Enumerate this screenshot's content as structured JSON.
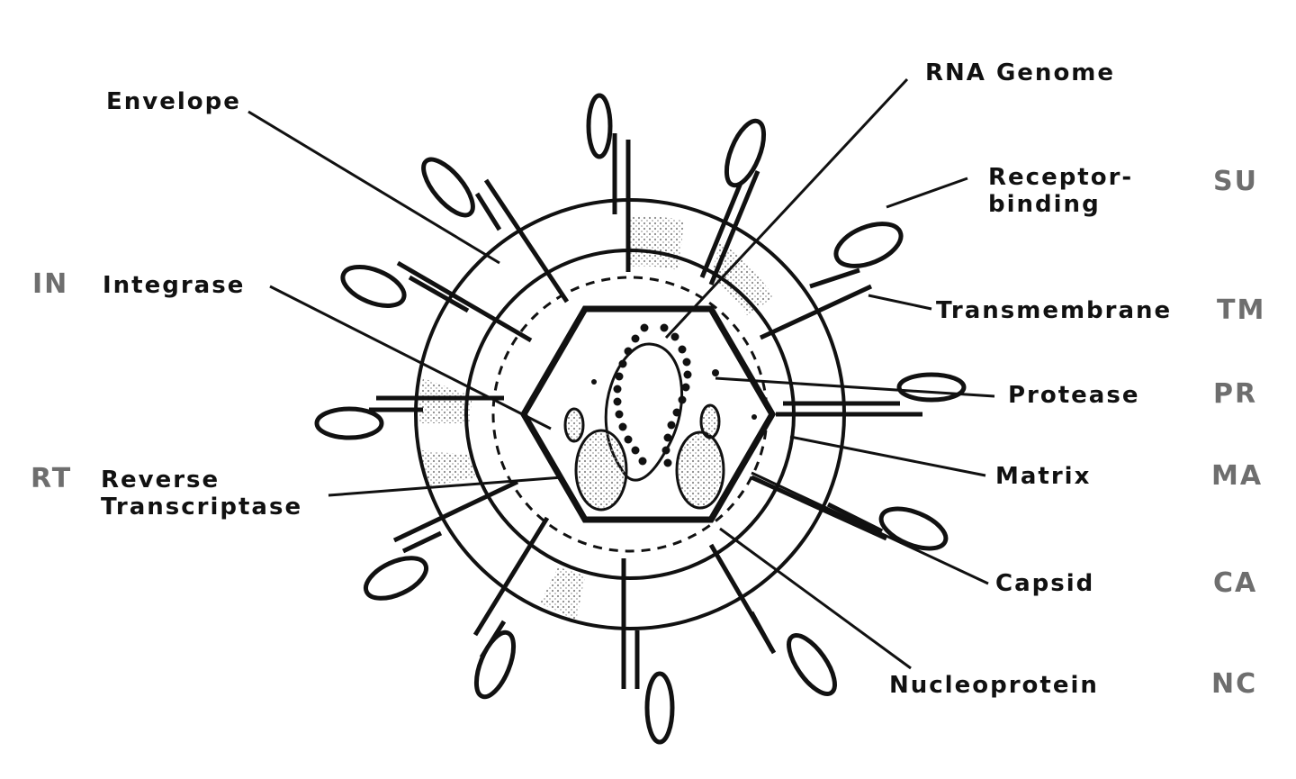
{
  "labels": {
    "envelope": "Envelope",
    "rna_genome": "RNA Genome",
    "receptor_binding_line1": "Receptor-",
    "receptor_binding_line2": "binding",
    "integrase": "Integrase",
    "transmembrane": "Transmembrane",
    "protease": "Protease",
    "matrix": "Matrix",
    "reverse_transcriptase_line1": "Reverse",
    "reverse_transcriptase_line2": "Transcriptase",
    "capsid": "Capsid",
    "nucleoprotein": "Nucleoprotein"
  },
  "abbreviations": {
    "su": "SU",
    "in": "IN",
    "tm": "TM",
    "pr": "PR",
    "rt": "RT",
    "ma": "MA",
    "ca": "CA",
    "nc": "NC"
  },
  "colors": {
    "ink": "#111111",
    "abbreviation_gray": "#6e6e6e",
    "stipple": "#9a9a9a"
  }
}
